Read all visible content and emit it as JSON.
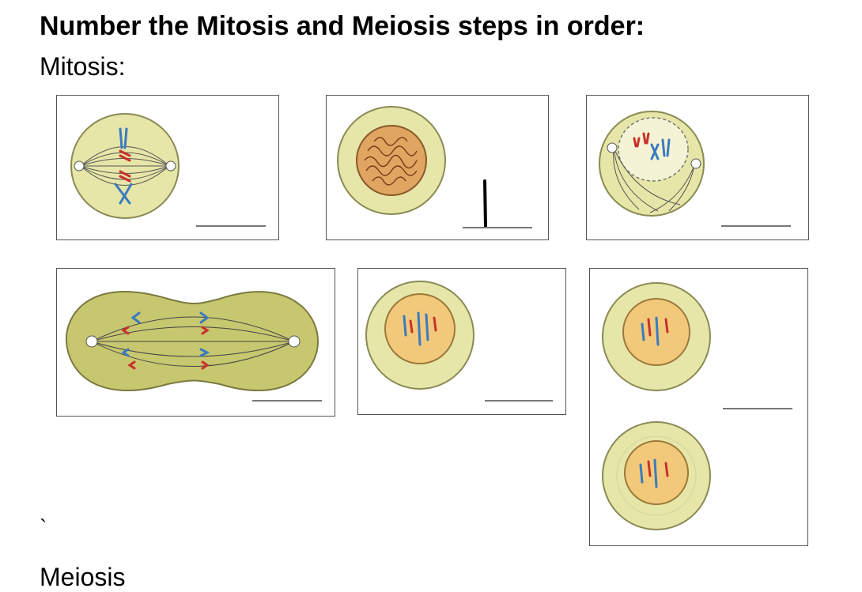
{
  "heading": "Number the Mitosis and Meiosis steps in order:",
  "section_mitosis": "Mitosis:",
  "section_meiosis_partial": "Meiosis",
  "stray_mark": "`",
  "handwritten_answer": "1",
  "colors": {
    "cell_fill": "#e6e6a8",
    "cell_stroke": "#8a8a55",
    "nucleus_fill": "#f2c97a",
    "chromosome_blue": "#3b7bbf",
    "chromosome_red": "#c8312b",
    "panel_border": "#555555"
  },
  "panels": [
    {
      "id": "metaphase",
      "answer": ""
    },
    {
      "id": "interphase",
      "answer": "1"
    },
    {
      "id": "prometaphase",
      "answer": ""
    },
    {
      "id": "anaphase",
      "answer": ""
    },
    {
      "id": "prophase",
      "answer": ""
    },
    {
      "id": "telophase",
      "answer": ""
    }
  ]
}
